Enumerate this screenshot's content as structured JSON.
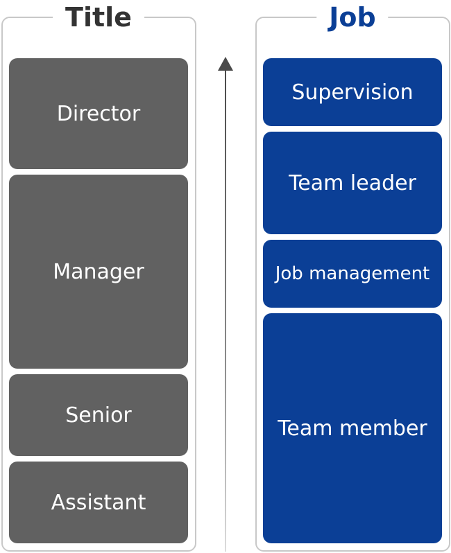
{
  "left_column": {
    "heading": "Title",
    "items": [
      {
        "label": "Director"
      },
      {
        "label": "Manager"
      },
      {
        "label": "Senior"
      },
      {
        "label": "Assistant"
      }
    ]
  },
  "right_column": {
    "heading": "Job",
    "items": [
      {
        "label": "Supervision"
      },
      {
        "label": "Team leader"
      },
      {
        "label": "Job management"
      },
      {
        "label": "Team member"
      }
    ]
  },
  "colors": {
    "grey_box": "#616161",
    "blue_box": "#0b3f96",
    "left_heading": "#333333",
    "right_heading": "#0b3f96",
    "frame_border": "#c8c8c8",
    "arrow": "#4a4a4a"
  }
}
